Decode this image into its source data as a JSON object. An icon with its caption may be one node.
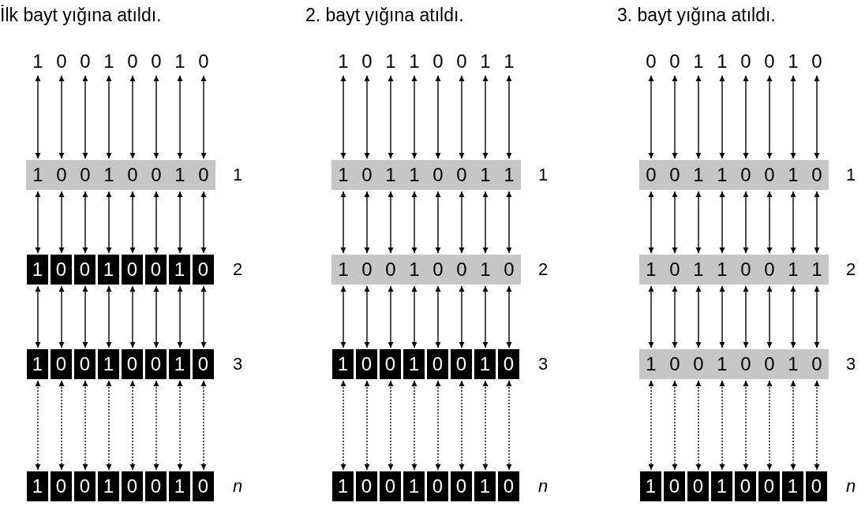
{
  "diagram": {
    "nodes": [
      {
        "text": [
          "1"
        ]
      },
      {
        "text": [
          "0"
        ]
      },
      {
        "text": [
          "0"
        ]
      },
      {
        "text": [
          "1"
        ]
      },
      {
        "text": [
          "0"
        ]
      },
      {
        "text": [
          "0"
        ]
      },
      {
        "text": [
          "1"
        ]
      },
      {
        "text": [
          "0"
        ]
      },
      {
        "text": [
          "1"
        ]
      },
      {
        "text": [
          "0"
        ]
      },
      {
        "text": [
          "0"
        ]
      },
      {
        "text": [
          "1"
        ]
      },
      {
        "text": [
          "0"
        ]
      },
      {
        "text": [
          "0"
        ]
      },
      {
        "text": [
          "1"
        ]
      },
      {
        "text": [
          "0"
        ]
      },
      {
        "text": [
          "1"
        ]
      },
      {
        "text": [
          "0"
        ]
      },
      {
        "text": [
          "0"
        ]
      },
      {
        "text": [
          "1"
        ]
      },
      {
        "text": [
          "0"
        ]
      },
      {
        "text": [
          "0"
        ]
      },
      {
        "text": [
          "1"
        ]
      },
      {
        "text": [
          "0"
        ]
      },
      {
        "text": [
          "1"
        ]
      },
      {
        "text": [
          "0"
        ]
      },
      {
        "text": [
          "0"
        ]
      },
      {
        "text": [
          "1"
        ]
      },
      {
        "text": [
          "0"
        ]
      },
      {
        "text": [
          "0"
        ]
      },
      {
        "text": [
          "1"
        ]
      },
      {
        "text": [
          "0"
        ]
      },
      {
        "text": [
          "1"
        ]
      },
      {
        "text": [
          "0"
        ]
      },
      {
        "text": [
          "0"
        ]
      },
      {
        "text": [
          "1"
        ]
      },
      {
        "text": [
          "0"
        ]
      },
      {
        "text": [
          "0"
        ]
      },
      {
        "text": [
          "1"
        ]
      },
      {
        "text": [
          "0"
        ]
      },
      {
        "text": [
          "1"
        ]
      },
      {
        "text": [
          "0"
        ]
      },
      {
        "text": [
          "1"
        ]
      },
      {
        "text": [
          "1"
        ]
      },
      {
        "text": [
          "0"
        ]
      },
      {
        "text": [
          "0"
        ]
      },
      {
        "text": [
          "1"
        ]
      },
      {
        "text": [
          "1"
        ]
      },
      {
        "text": [
          "1"
        ]
      },
      {
        "text": [
          "0"
        ]
      },
      {
        "text": [
          "1"
        ]
      },
      {
        "text": [
          "1"
        ]
      },
      {
        "text": [
          "0"
        ]
      },
      {
        "text": [
          "0"
        ]
      },
      {
        "text": [
          "1"
        ]
      },
      {
        "text": [
          "1"
        ]
      },
      {
        "text": [
          "1"
        ]
      },
      {
        "text": [
          "0"
        ]
      },
      {
        "text": [
          "0"
        ]
      },
      {
        "text": [
          "1"
        ]
      },
      {
        "text": [
          "0"
        ]
      },
      {
        "text": [
          "0"
        ]
      },
      {
        "text": [
          "1"
        ]
      },
      {
        "text": [
          "0"
        ]
      },
      {
        "text": [
          "1"
        ]
      },
      {
        "text": [
          "0"
        ]
      },
      {
        "text": [
          "0"
        ]
      },
      {
        "text": [
          "1"
        ]
      },
      {
        "text": [
          "0"
        ]
      },
      {
        "text": [
          "0"
        ]
      },
      {
        "text": [
          "1"
        ]
      },
      {
        "text": [
          "0"
        ]
      },
      {
        "text": [
          "1"
        ]
      },
      {
        "text": [
          "0"
        ]
      },
      {
        "text": [
          "0"
        ]
      },
      {
        "text": [
          "1"
        ]
      },
      {
        "text": [
          "0"
        ]
      },
      {
        "text": [
          "0"
        ]
      },
      {
        "text": [
          "1"
        ]
      },
      {
        "text": [
          "0"
        ]
      },
      {
        "text": [
          "0"
        ]
      },
      {
        "text": [
          "0"
        ]
      },
      {
        "text": [
          "1"
        ]
      },
      {
        "text": [
          "1"
        ]
      },
      {
        "text": [
          "0"
        ]
      },
      {
        "text": [
          "0"
        ]
      },
      {
        "text": [
          "1"
        ]
      },
      {
        "text": [
          "0"
        ]
      },
      {
        "text": [
          "0"
        ]
      },
      {
        "text": [
          "0"
        ]
      },
      {
        "text": [
          "1"
        ]
      },
      {
        "text": [
          "1"
        ]
      },
      {
        "text": [
          "0"
        ]
      },
      {
        "text": [
          "0"
        ]
      },
      {
        "text": [
          "1"
        ]
      },
      {
        "text": [
          "0"
        ]
      },
      {
        "text": [
          "1"
        ]
      },
      {
        "text": [
          "0"
        ]
      },
      {
        "text": [
          "1"
        ]
      },
      {
        "text": [
          "1"
        ]
      },
      {
        "text": [
          "0"
        ]
      },
      {
        "text": [
          "0"
        ]
      },
      {
        "text": [
          "1"
        ]
      },
      {
        "text": [
          "1"
        ]
      },
      {
        "text": [
          "1"
        ]
      },
      {
        "text": [
          "0"
        ]
      },
      {
        "text": [
          "0"
        ]
      },
      {
        "text": [
          "1"
        ]
      },
      {
        "text": [
          "0"
        ]
      },
      {
        "text": [
          "0"
        ]
      },
      {
        "text": [
          "1"
        ]
      },
      {
        "text": [
          "0"
        ]
      },
      {
        "text": [
          "1"
        ]
      },
      {
        "text": [
          "0"
        ]
      },
      {
        "text": [
          "0"
        ]
      },
      {
        "text": [
          "1"
        ]
      },
      {
        "text": [
          "0"
        ]
      },
      {
        "text": [
          "0"
        ]
      },
      {
        "text": [
          "1"
        ]
      },
      {
        "text": [
          "0"
        ]
      }
    ],
    "edges": [
      {
        "from": 0,
        "to": 8,
        "arrow": "both"
      },
      {
        "from": 1,
        "to": 9,
        "arrow": "both"
      },
      {
        "from": 2,
        "to": 10,
        "arrow": "both"
      },
      {
        "from": 3,
        "to": 11,
        "arrow": "both"
      },
      {
        "from": 4,
        "to": 12,
        "arrow": "both"
      },
      {
        "from": 5,
        "to": 13,
        "arrow": "both"
      },
      {
        "from": 6,
        "to": 14,
        "arrow": "both"
      },
      {
        "from": 7,
        "to": 15,
        "arrow": "both"
      },
      {
        "from": 8,
        "to": 16,
        "arrow": "both"
      },
      {
        "from": 9,
        "to": 17,
        "arrow": "both"
      },
      {
        "from": 10,
        "to": 18,
        "arrow": "both"
      },
      {
        "from": 11,
        "to": 19,
        "arrow": "both"
      },
      {
        "from": 12,
        "to": 20,
        "arrow": "both"
      },
      {
        "from": 13,
        "to": 21,
        "arrow": "both"
      },
      {
        "from": 14,
        "to": 22,
        "arrow": "both"
      },
      {
        "from": 15,
        "to": 23,
        "arrow": "both"
      },
      {
        "from": 16,
        "to": 24,
        "arrow": "both"
      },
      {
        "from": 17,
        "to": 25,
        "arrow": "both"
      },
      {
        "from": 18,
        "to": 26,
        "arrow": "both"
      },
      {
        "from": 19,
        "to": 27,
        "arrow": "both"
      },
      {
        "from": 20,
        "to": 28,
        "arrow": "both"
      },
      {
        "from": 21,
        "to": 29,
        "arrow": "both"
      },
      {
        "from": 22,
        "to": 30,
        "arrow": "both"
      },
      {
        "from": 23,
        "to": 31,
        "arrow": "both"
      },
      {
        "from": 24,
        "to": 32,
        "arrow": "both",
        "style": "dashed"
      },
      {
        "from": 25,
        "to": 33,
        "arrow": "both",
        "style": "dashed"
      },
      {
        "from": 26,
        "to": 34,
        "arrow": "both",
        "style": "dashed"
      },
      {
        "from": 27,
        "to": 35,
        "arrow": "both",
        "style": "dashed"
      },
      {
        "from": 28,
        "to": 36,
        "arrow": "both",
        "style": "dashed"
      },
      {
        "from": 29,
        "to": 37,
        "arrow": "both",
        "style": "dashed"
      },
      {
        "from": 30,
        "to": 38,
        "arrow": "both",
        "style": "dashed"
      },
      {
        "from": 31,
        "to": 39,
        "arrow": "both",
        "style": "dashed"
      },
      {
        "from": 40,
        "to": 48,
        "arrow": "both"
      },
      {
        "from": 41,
        "to": 49,
        "arrow": "both"
      },
      {
        "from": 42,
        "to": 50,
        "arrow": "both"
      },
      {
        "from": 43,
        "to": 51,
        "arrow": "both"
      },
      {
        "from": 44,
        "to": 52,
        "arrow": "both"
      },
      {
        "from": 45,
        "to": 53,
        "arrow": "both"
      },
      {
        "from": 46,
        "to": 54,
        "arrow": "both"
      },
      {
        "from": 47,
        "to": 55,
        "arrow": "both"
      },
      {
        "from": 48,
        "to": 56,
        "arrow": "both"
      },
      {
        "from": 49,
        "to": 57,
        "arrow": "both"
      },
      {
        "from": 50,
        "to": 58,
        "arrow": "both"
      },
      {
        "from": 51,
        "to": 59,
        "arrow": "both"
      },
      {
        "from": 52,
        "to": 60,
        "arrow": "both"
      },
      {
        "from": 53,
        "to": 61,
        "arrow": "both"
      },
      {
        "from": 54,
        "to": 62,
        "arrow": "both"
      },
      {
        "from": 55,
        "to": 63,
        "arrow": "both"
      },
      {
        "from": 56,
        "to": 64,
        "arrow": "both"
      },
      {
        "from": 57,
        "to": 65,
        "arrow": "both"
      },
      {
        "from": 58,
        "to": 66,
        "arrow": "both"
      },
      {
        "from": 59,
        "to": 67,
        "arrow": "both"
      },
      {
        "from": 60,
        "to": 68,
        "arrow": "both"
      },
      {
        "from": 61,
        "to": 69,
        "arrow": "both"
      },
      {
        "from": 62,
        "to": 70,
        "arrow": "both"
      },
      {
        "from": 63,
        "to": 71,
        "arrow": "both"
      },
      {
        "from": 64,
        "to": 72,
        "arrow": "both",
        "style": "dashed"
      },
      {
        "from": 65,
        "to": 73,
        "arrow": "both",
        "style": "dashed"
      },
      {
        "from": 66,
        "to": 74,
        "arrow": "both",
        "style": "dashed"
      },
      {
        "from": 67,
        "to": 75,
        "arrow": "both",
        "style": "dashed"
      },
      {
        "from": 68,
        "to": 76,
        "arrow": "both",
        "style": "dashed"
      },
      {
        "from": 69,
        "to": 77,
        "arrow": "both",
        "style": "dashed"
      },
      {
        "from": 70,
        "to": 78,
        "arrow": "both",
        "style": "dashed"
      },
      {
        "from": 71,
        "to": 79,
        "arrow": "both",
        "style": "dashed"
      },
      {
        "from": 80,
        "to": 88,
        "arrow": "both"
      },
      {
        "from": 81,
        "to": 89,
        "arrow": "both"
      },
      {
        "from": 82,
        "to": 90,
        "arrow": "both"
      },
      {
        "from": 83,
        "to": 91,
        "arrow": "both"
      },
      {
        "from": 84,
        "to": 92,
        "arrow": "both"
      },
      {
        "from": 85,
        "to": 93,
        "arrow": "both"
      },
      {
        "from": 86,
        "to": 94,
        "arrow": "both"
      },
      {
        "from": 87,
        "to": 95,
        "arrow": "both"
      },
      {
        "from": 88,
        "to": 96,
        "arrow": "both"
      },
      {
        "from": 89,
        "to": 97,
        "arrow": "both"
      },
      {
        "from": 90,
        "to": 98,
        "arrow": "both"
      },
      {
        "from": 91,
        "to": 99,
        "arrow": "both"
      },
      {
        "from": 92,
        "to": 100,
        "arrow": "both"
      },
      {
        "from": 93,
        "to": 101,
        "arrow": "both"
      },
      {
        "from": 94,
        "to": 102,
        "arrow": "both"
      },
      {
        "from": 95,
        "to": 103,
        "arrow": "both"
      },
      {
        "from": 96,
        "to": 104,
        "arrow": "both"
      },
      {
        "from": 97,
        "to": 105,
        "arrow": "both"
      },
      {
        "from": 98,
        "to": 106,
        "arrow": "both"
      },
      {
        "from": 99,
        "to": 107,
        "arrow": "both"
      },
      {
        "from": 100,
        "to": 108,
        "arrow": "both"
      },
      {
        "from": 101,
        "to": 109,
        "arrow": "both"
      },
      {
        "from": 102,
        "to": 110,
        "arrow": "both"
      },
      {
        "from": 103,
        "to": 111,
        "arrow": "both"
      },
      {
        "from": 104,
        "to": 112,
        "arrow": "both",
        "style": "dashed"
      },
      {
        "from": 105,
        "to": 113,
        "arrow": "both",
        "style": "dashed"
      },
      {
        "from": 106,
        "to": 114,
        "arrow": "both",
        "style": "dashed"
      },
      {
        "from": 107,
        "to": 115,
        "arrow": "both",
        "style": "dashed"
      },
      {
        "from": 108,
        "to": 116,
        "arrow": "both",
        "style": "dashed"
      },
      {
        "from": 109,
        "to": 117,
        "arrow": "both",
        "style": "dashed"
      },
      {
        "from": 110,
        "to": 118,
        "arrow": "both",
        "style": "dashed"
      },
      {
        "from": 111,
        "to": 119,
        "arrow": "both",
        "style": "dashed"
      }
    ],
    "labels": [
      "İlk bayt yığına atıldı.",
      "2. bayt yığına atıldı.",
      "3. bayt yığına atıldı.",
      "1",
      "1",
      "1",
      "2",
      "2",
      "2",
      "3",
      "3",
      "3",
      "n",
      "n",
      "n"
    ]
  }
}
